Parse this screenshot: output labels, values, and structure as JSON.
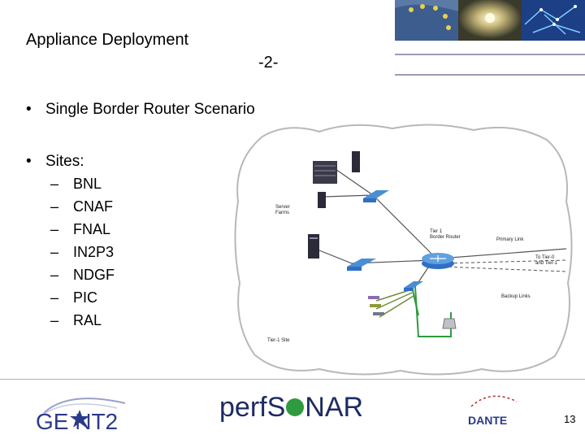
{
  "slide": {
    "title": "Appliance Deployment",
    "subtitle": "-2-",
    "bullets": [
      "Single Border Router Scenario",
      "Sites:"
    ],
    "bullet_glyph": "•",
    "sites": [
      "BNL",
      "CNAF",
      "FNAL",
      "IN2P3",
      "NDGF",
      "PIC",
      "RAL"
    ],
    "dash": "–",
    "page_number": "13"
  },
  "diagram": {
    "labels": {
      "server_farms": "Server\nFarms",
      "border_router": "Tier 1\nBorder Router",
      "primary_link": "Primary Link",
      "to_tier": "To Tier-0\nand Tier-1",
      "backup_links": "Backup Links",
      "site": "Tier-1 Site"
    }
  },
  "footer": {
    "geant_logo_text": "GE NT2",
    "perfsonar_logo_prefix": "perfS",
    "perfsonar_logo_suffix": "NAR",
    "dante_logo_text": "DANTE"
  },
  "colors": {
    "perfsonar_dot": "#2e9b3e",
    "geant_text": "#2b3a8a",
    "router": "#2f6fc6",
    "green_link": "#2e9b3e"
  },
  "icons": [
    "eu-flag-icon",
    "light-bulb-icon",
    "network-map-icon",
    "server-icon",
    "switch-icon",
    "router-icon",
    "star-icon"
  ]
}
